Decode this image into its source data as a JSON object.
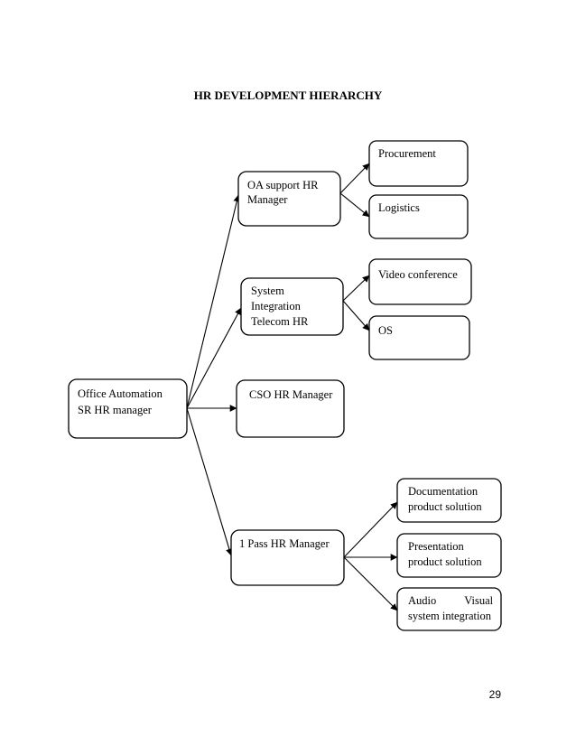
{
  "title": "HR DEVELOPMENT HIERARCHY",
  "page_number": "29",
  "nodes": {
    "root": [
      "Office Automation",
      "SR HR manager"
    ],
    "oa_support": [
      "OA support HR",
      "Manager"
    ],
    "system_integration": [
      "System",
      "Integration",
      "Telecom HR"
    ],
    "cso": [
      "CSO HR Manager"
    ],
    "one_pass": [
      "1 Pass HR Manager"
    ],
    "procurement": [
      "Procurement"
    ],
    "logistics": [
      "Logistics"
    ],
    "video_conference": [
      "Video conference"
    ],
    "os": [
      "OS"
    ],
    "documentation": [
      "Documentation",
      "product solution"
    ],
    "presentation": [
      "Presentation",
      "product solution"
    ],
    "audio_visual": [
      "Audio          Visual",
      "system integration"
    ]
  },
  "edges": [
    [
      "root",
      "oa_support"
    ],
    [
      "root",
      "system_integration"
    ],
    [
      "root",
      "cso"
    ],
    [
      "root",
      "one_pass"
    ],
    [
      "oa_support",
      "procurement"
    ],
    [
      "oa_support",
      "logistics"
    ],
    [
      "system_integration",
      "video_conference"
    ],
    [
      "system_integration",
      "os"
    ],
    [
      "one_pass",
      "documentation"
    ],
    [
      "one_pass",
      "presentation"
    ],
    [
      "one_pass",
      "audio_visual"
    ]
  ]
}
